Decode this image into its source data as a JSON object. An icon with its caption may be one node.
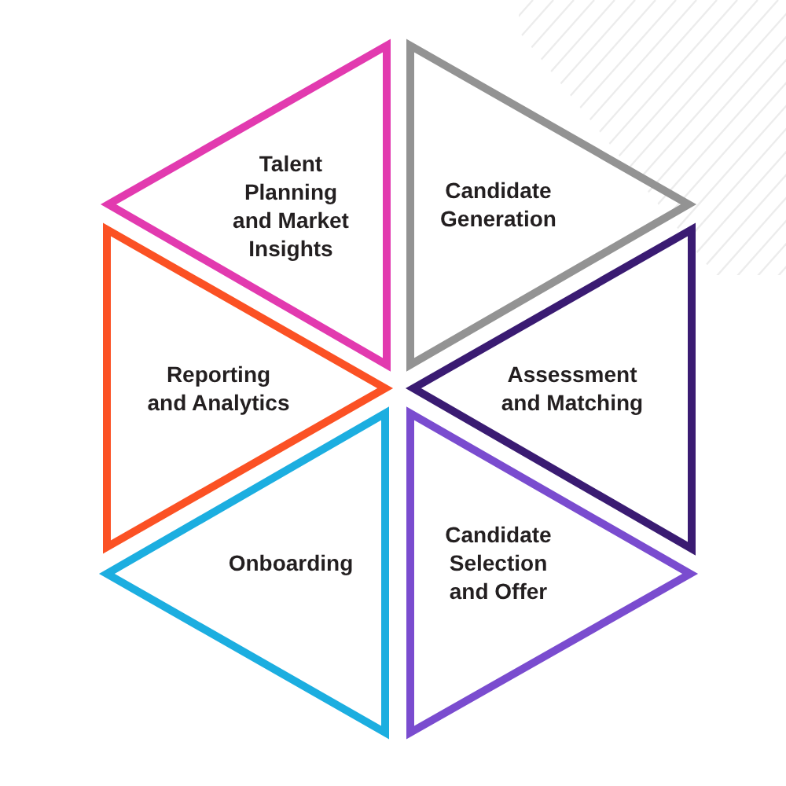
{
  "diagram": {
    "nodes": [
      {
        "text": [
          "Talent Planning and Market Insights"
        ]
      },
      {
        "text": [
          "Candidate Generation"
        ]
      },
      {
        "text": [
          "Reporting and Analytics"
        ]
      },
      {
        "text": [
          "Assessment and Matching"
        ]
      },
      {
        "text": [
          "Onboarding"
        ]
      },
      {
        "text": [
          "Candidate Selection and Offer"
        ]
      }
    ]
  }
}
